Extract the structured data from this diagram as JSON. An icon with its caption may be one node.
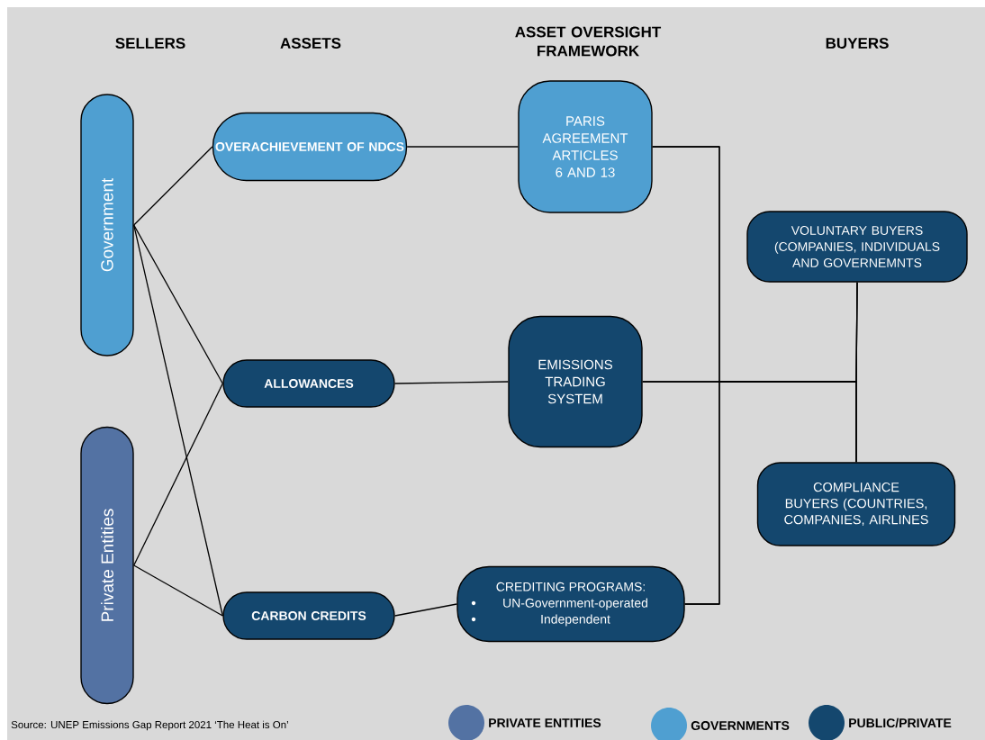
{
  "diagram": {
    "nodes": [
      {
        "text": [
          "Government"
        ]
      },
      {
        "text": [
          "Private Entities"
        ]
      },
      {
        "text": [
          "OVERACHIEVEMENT OF NDCS"
        ]
      },
      {
        "text": [
          "ALLOWANCES"
        ]
      },
      {
        "text": [
          "CARBON CREDITS"
        ]
      },
      {
        "text": [
          "PARIS AGREEMENT ARTICLES 6 AND 13"
        ]
      },
      {
        "text": [
          "EMISSIONS TRADING SYSTEM"
        ]
      },
      {
        "text": [
          "CREDITING PROGRAMS:",
          "UN-Government-operated",
          "Independent"
        ]
      },
      {
        "text": [
          "VOLUNTARY BUYERS (COMPANIES, INDIVIDUALS AND GOVERNEMNTS"
        ]
      },
      {
        "text": [
          "COMPLIANCE BUYERS (COUNTRIES, COMPANIES, AIRLINES"
        ]
      }
    ],
    "edges": [
      {
        "from": 0,
        "to": 2,
        "arrow": "none"
      },
      {
        "from": 0,
        "to": 3,
        "arrow": "none"
      },
      {
        "from": 0,
        "to": 4,
        "arrow": "none"
      },
      {
        "from": 1,
        "to": 3,
        "arrow": "none"
      },
      {
        "from": 1,
        "to": 4,
        "arrow": "none"
      },
      {
        "from": 2,
        "to": 5,
        "arrow": "none"
      },
      {
        "from": 3,
        "to": 6,
        "arrow": "none"
      },
      {
        "from": 4,
        "to": 7,
        "arrow": "none"
      },
      {
        "from": 5,
        "to": 8,
        "arrow": "none"
      },
      {
        "from": 5,
        "to": 9,
        "arrow": "none"
      },
      {
        "from": 6,
        "to": 8,
        "arrow": "none"
      },
      {
        "from": 6,
        "to": 9,
        "arrow": "none"
      },
      {
        "from": 7,
        "to": 8,
        "arrow": "none"
      },
      {
        "from": 7,
        "to": 9,
        "arrow": "none"
      }
    ],
    "labels": [
      "SELLERS",
      "ASSETS",
      "ASSET OVERSIGHT FRAMEWORK",
      "BUYERS",
      "Source: UNEP Emissions Gap Report 2021 ‘The Heat is On’"
    ],
    "legend": [
      {
        "text": "PRIVATE ENTITIES",
        "color": "#5372a3"
      },
      {
        "text": "GOVERNMENTS",
        "color": "#4f9fd1"
      },
      {
        "text": "PUBLIC/PRIVATE",
        "color": "#14476e"
      }
    ]
  }
}
